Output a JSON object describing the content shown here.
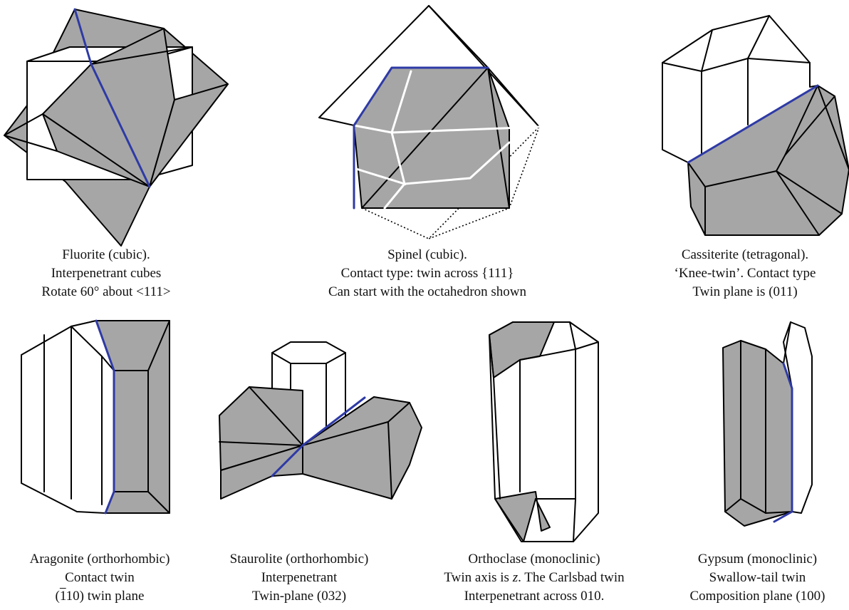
{
  "crystals": [
    {
      "name": "fluorite",
      "lines": [
        "Fluorite (cubic).",
        "Interpenetrant cubes",
        "Rotate 60° about <111>"
      ]
    },
    {
      "name": "spinel",
      "lines": [
        "Spinel (cubic).",
        "Contact type: twin across {111}",
        "Can start with the octahedron shown"
      ]
    },
    {
      "name": "cassiterite",
      "lines": [
        "Cassiterite (tetragonal).",
        "‘Knee-twin’. Contact type",
        "Twin plane is (011)"
      ]
    },
    {
      "name": "aragonite",
      "lines": [
        "Aragonite (orthorhombic)",
        "Contact twin",
        "1",
        "10) twin plane"
      ]
    },
    {
      "name": "staurolite",
      "lines": [
        "Staurolite (orthorhombic)",
        "Interpenetrant",
        "Twin-plane (032)"
      ]
    },
    {
      "name": "orthoclase",
      "lines": [
        "Orthoclase (monoclinic)",
        "Twin axis is",
        "z",
        ". The Carlsbad twin",
        "Interpenetrant across 010."
      ]
    },
    {
      "name": "gypsum",
      "lines": [
        "Gypsum (monoclinic)",
        "Swallow-tail twin",
        "Composition plane (100)"
      ]
    }
  ],
  "colors": {
    "twin_plane": "#2e3aa6",
    "shaded_face": "#a6a6a6",
    "edge": "#000000"
  }
}
